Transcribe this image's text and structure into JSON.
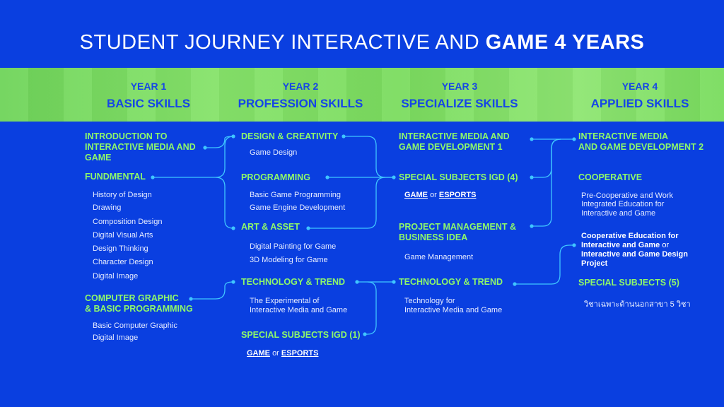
{
  "title": {
    "part1": "STUDENT JOURNEY  INTERACTIVE AND ",
    "part2": "GAME 4 YEARS"
  },
  "years": [
    {
      "n": "YEAR 1",
      "s": "BASIC SKILLS"
    },
    {
      "n": "YEAR 2",
      "s": "PROFESSION SKILLS"
    },
    {
      "n": "YEAR 3",
      "s": "SPECIALIZE SKILLS"
    },
    {
      "n": "YEAR 4",
      "s": "APPLIED SKILLS"
    }
  ],
  "col1": {
    "intro": [
      "INTRODUCTION TO",
      "INTERACTIVE MEDIA AND",
      "GAME"
    ],
    "fund": "FUNDMENTAL",
    "fund_items": [
      "History of Design",
      "Drawing",
      "Composition Design",
      "Digital Visual Arts",
      "Design Thinking",
      "Character Design",
      "Digital Image"
    ],
    "cg": [
      "COMPUTER GRAPHIC",
      "& BASIC PROGRAMMING"
    ],
    "cg_items": [
      "Basic Computer Graphic",
      "Digital Image"
    ]
  },
  "col2": {
    "design": "DESIGN & CREATIVITY",
    "design_item": "Game Design",
    "prog": "PROGRAMMING",
    "prog_items": [
      "Basic Game Programming",
      "Game Engine Development"
    ],
    "art": "ART & ASSET",
    "art_items": [
      "Digital Painting for Game",
      "3D Modeling for Game"
    ],
    "tech": "TECHNOLOGY & TREND",
    "tech_items": [
      "The Experimental of",
      "Interactive Media and Game"
    ],
    "special": "SPECIAL SUBJECTS IGD (1)",
    "game": "GAME",
    "or": "or",
    "esports": "ESPORTS"
  },
  "col3": {
    "imgd": [
      "INTERACTIVE MEDIA AND",
      "GAME DEVELOPMENT 1"
    ],
    "special": "SPECIAL SUBJECTS IGD (4)",
    "game": "GAME",
    "or": "or",
    "esports": "ESPORTS",
    "pm": [
      "PROJECT MANAGEMENT &",
      "BUSINESS IDEA"
    ],
    "pm_item": "Game Management",
    "tech": "TECHNOLOGY & TREND",
    "tech_items": [
      "Technology for",
      "Interactive Media and Game"
    ]
  },
  "col4": {
    "imgd": [
      "INTERACTIVE MEDIA",
      "AND GAME DEVELOPMENT 2"
    ],
    "coop": "COOPERATIVE",
    "coop_items": [
      "Pre-Cooperative and Work",
      "Integrated Education for",
      "Interactive and Game"
    ],
    "coop_edu_1": "Cooperative Education for",
    "coop_edu_2a": "Interactive and Game",
    "coop_edu_2b": " or",
    "coop_edu_3": "Interactive and Game Design",
    "coop_edu_4": "Project",
    "special": "SPECIAL SUBJECTS (5)",
    "special_item": "วิชาเฉพาะด้านนอกสาขา 5 วิชา"
  },
  "colors": {
    "background": "#0a3fe0",
    "accent_green": "#8ef86a",
    "band_green": "#7bdc5f",
    "line": "#3fc6ff",
    "year_text": "#1546e6"
  }
}
